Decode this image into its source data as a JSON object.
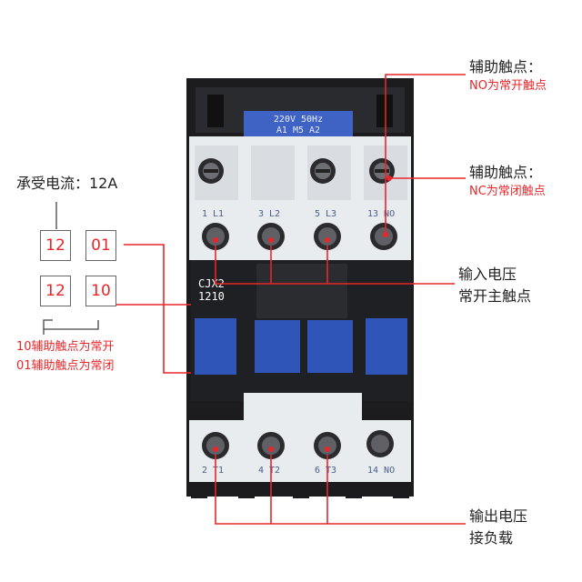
{
  "device": {
    "model_line1": "CJX2",
    "model_line2": "1210",
    "coil_plate_line1": "220V 50Hz",
    "coil_plate_line2": "A1   M5   A2",
    "top_terminals": [
      "1 L1",
      "3 L2",
      "5 L3",
      "13 NO"
    ],
    "bottom_terminals": [
      "2 T1",
      "4 T2",
      "6 T3",
      "14 NO"
    ]
  },
  "labels": {
    "aux_no_title": "辅助触点：",
    "aux_no_sub": "NO为常开触点",
    "aux_nc_title": "辅助触点：",
    "aux_nc_sub": "NC为常闭触点",
    "rated_current": "承受电流：12A",
    "input_line1": "输入电压",
    "input_line2": "常开主触点",
    "output_line1": "输出电压",
    "output_line2": "接负载",
    "legend_10": "10辅助触点为常开",
    "legend_01": "01辅助触点为常闭"
  },
  "code_grid": {
    "top_left": "12",
    "top_right": "01",
    "bottom_left": "12",
    "bottom_right": "10"
  },
  "colors": {
    "accent_red": "#e8262a",
    "body_dark": "#1c1c1f",
    "body_light": "#e9ecef",
    "button_blue": "#2f55b8"
  }
}
